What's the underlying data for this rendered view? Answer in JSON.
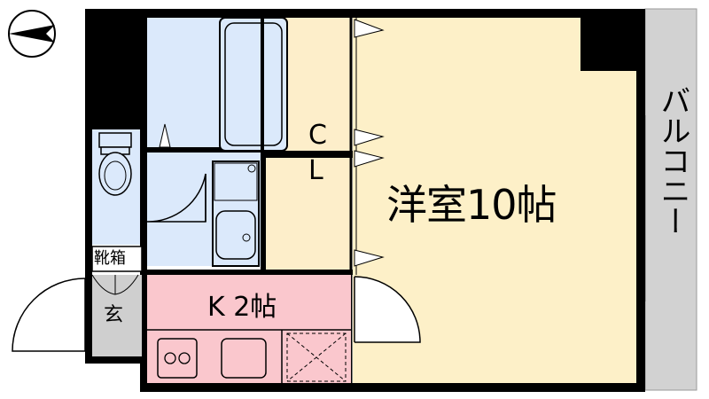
{
  "rooms": {
    "western_room": "洋室10帖",
    "kitchen": "K 2帖",
    "closet_c": "C",
    "closet_l": "L",
    "shoe_box": "靴箱",
    "entrance": "玄",
    "balcony": "バルコニー"
  },
  "colors": {
    "wall": "#000000",
    "western_room_floor": "#fdf0c8",
    "closet_floor": "#fdeeca",
    "bath_floor": "#dbe9fb",
    "kitchen_floor": "#fac7cd",
    "entrance_floor": "#cfcfcf",
    "balcony_floor": "#d2d2d2"
  },
  "icons": {
    "compass": "north-arrow-icon"
  }
}
